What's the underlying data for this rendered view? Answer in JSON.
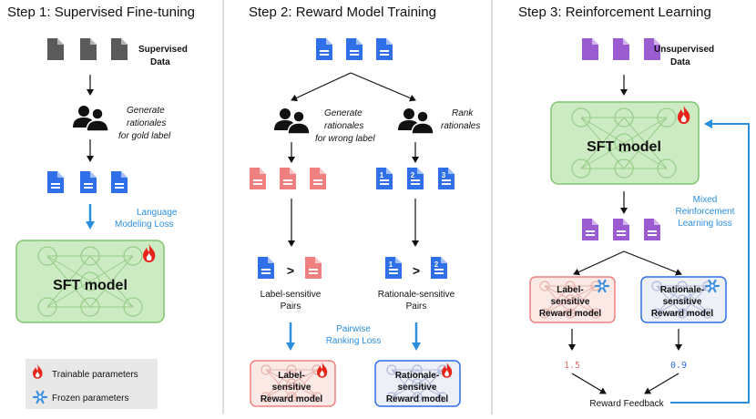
{
  "steps": [
    {
      "title": "Step 1: Supervised Fine-tuning"
    },
    {
      "title": "Step 2: Reward Model Training"
    },
    {
      "title": "Step 3: Reinforcement Learning"
    }
  ],
  "step1": {
    "data_label": [
      "Supervised",
      "Data"
    ],
    "annotate_label": [
      "Generate",
      "rationales",
      "for gold label"
    ],
    "loss_label": [
      "Language",
      "Modeling Loss"
    ],
    "model_label": "SFT model"
  },
  "step2": {
    "left_annotate": [
      "Generate",
      "rationales",
      "for wrong label"
    ],
    "right_annotate": [
      "Rank",
      "rationales"
    ],
    "rank_numbers": [
      "1",
      "2",
      "3"
    ],
    "compare_symbol": ">",
    "left_pairs": [
      "Label-sensitive",
      "Pairs"
    ],
    "right_pairs": [
      "Rationale-sensitive",
      "Pairs"
    ],
    "loss_label": [
      "Pairwise",
      "Ranking Loss"
    ],
    "label_rm": [
      "Label-",
      "sensitive",
      "Reward model"
    ],
    "rationale_rm": [
      "Rationale-",
      "sensitive",
      "Reward model"
    ]
  },
  "step3": {
    "data_label": [
      "Unsupervised",
      "Data"
    ],
    "model_label": "SFT model",
    "loss_label": [
      "Mixed",
      "Reinforcement",
      "Learning loss"
    ],
    "label_rm": [
      "Label-",
      "sensitive",
      "Reward model"
    ],
    "rationale_rm": [
      "Rationale-",
      "sensitive",
      "Reward model"
    ],
    "score_left": "1.5",
    "score_right": "0.9",
    "feedback_label": "Reward Feedback"
  },
  "legend": {
    "trainable": "Trainable parameters",
    "frozen": "Frozen parameters"
  },
  "icons": {
    "document": "document-icon",
    "people": "people-icon",
    "flame": "flame-icon",
    "snowflake": "snowflake-icon"
  },
  "colors": {
    "gray_doc": "#5a5a5a",
    "blue_doc": "#2f6fe8",
    "red_doc": "#f08080",
    "purple_doc": "#9a5cd0",
    "model_fill": "#cdebc3",
    "model_stroke": "#7fc46e",
    "label_rm_stroke": "#f08080",
    "rationale_rm_stroke": "#2f6fe8",
    "loss_arrow": "#2b8fe0",
    "score_left": "#f07070",
    "score_right": "#2f6fe8"
  }
}
